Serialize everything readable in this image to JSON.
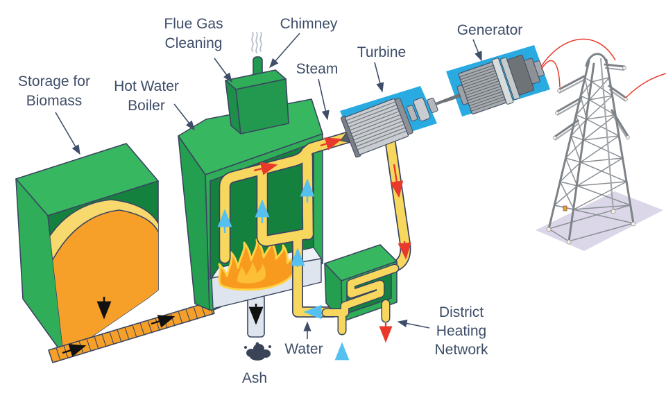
{
  "diagram": {
    "labels": {
      "storage_line1": "Storage for",
      "storage_line2": "Biomass",
      "boiler_line1": "Hot Water",
      "boiler_line2": "Boiler",
      "flue_line1": "Flue Gas",
      "flue_line2": "Cleaning",
      "chimney": "Chimney",
      "steam": "Steam",
      "turbine": "Turbine",
      "generator": "Generator",
      "district_line1": "District",
      "district_line2": "Heating",
      "district_line3": "Network",
      "water": "Water",
      "ash": "Ash"
    },
    "palette": {
      "green_top": "#38b761",
      "green_front": "#2fad58",
      "green_side": "#249f50",
      "green_dark_interior": "#15813f",
      "green_flue_box": "#23994f",
      "outline_navy": "#3a4560",
      "label_text": "#3e4d68",
      "pipe_yellow": "#f8d75f",
      "biomass_orange": "#f6a02a",
      "biomass_yellow": "#f7d96e",
      "panel_blue": "#29abe2",
      "arrow_red": "#e8392b",
      "arrow_light_blue": "#56c0ee",
      "arrow_black": "#111111",
      "metal_gray": "#9aa0a5",
      "tower_gray": "#84898f",
      "shadow_lavender": "#ccc6df",
      "flame_orange": "#f89a1d",
      "flame_yellow": "#ffd343",
      "smoke_gray": "#b6bdc9",
      "ash_dark": "#3a4357",
      "floor_gray": "#dfe5ee"
    }
  }
}
